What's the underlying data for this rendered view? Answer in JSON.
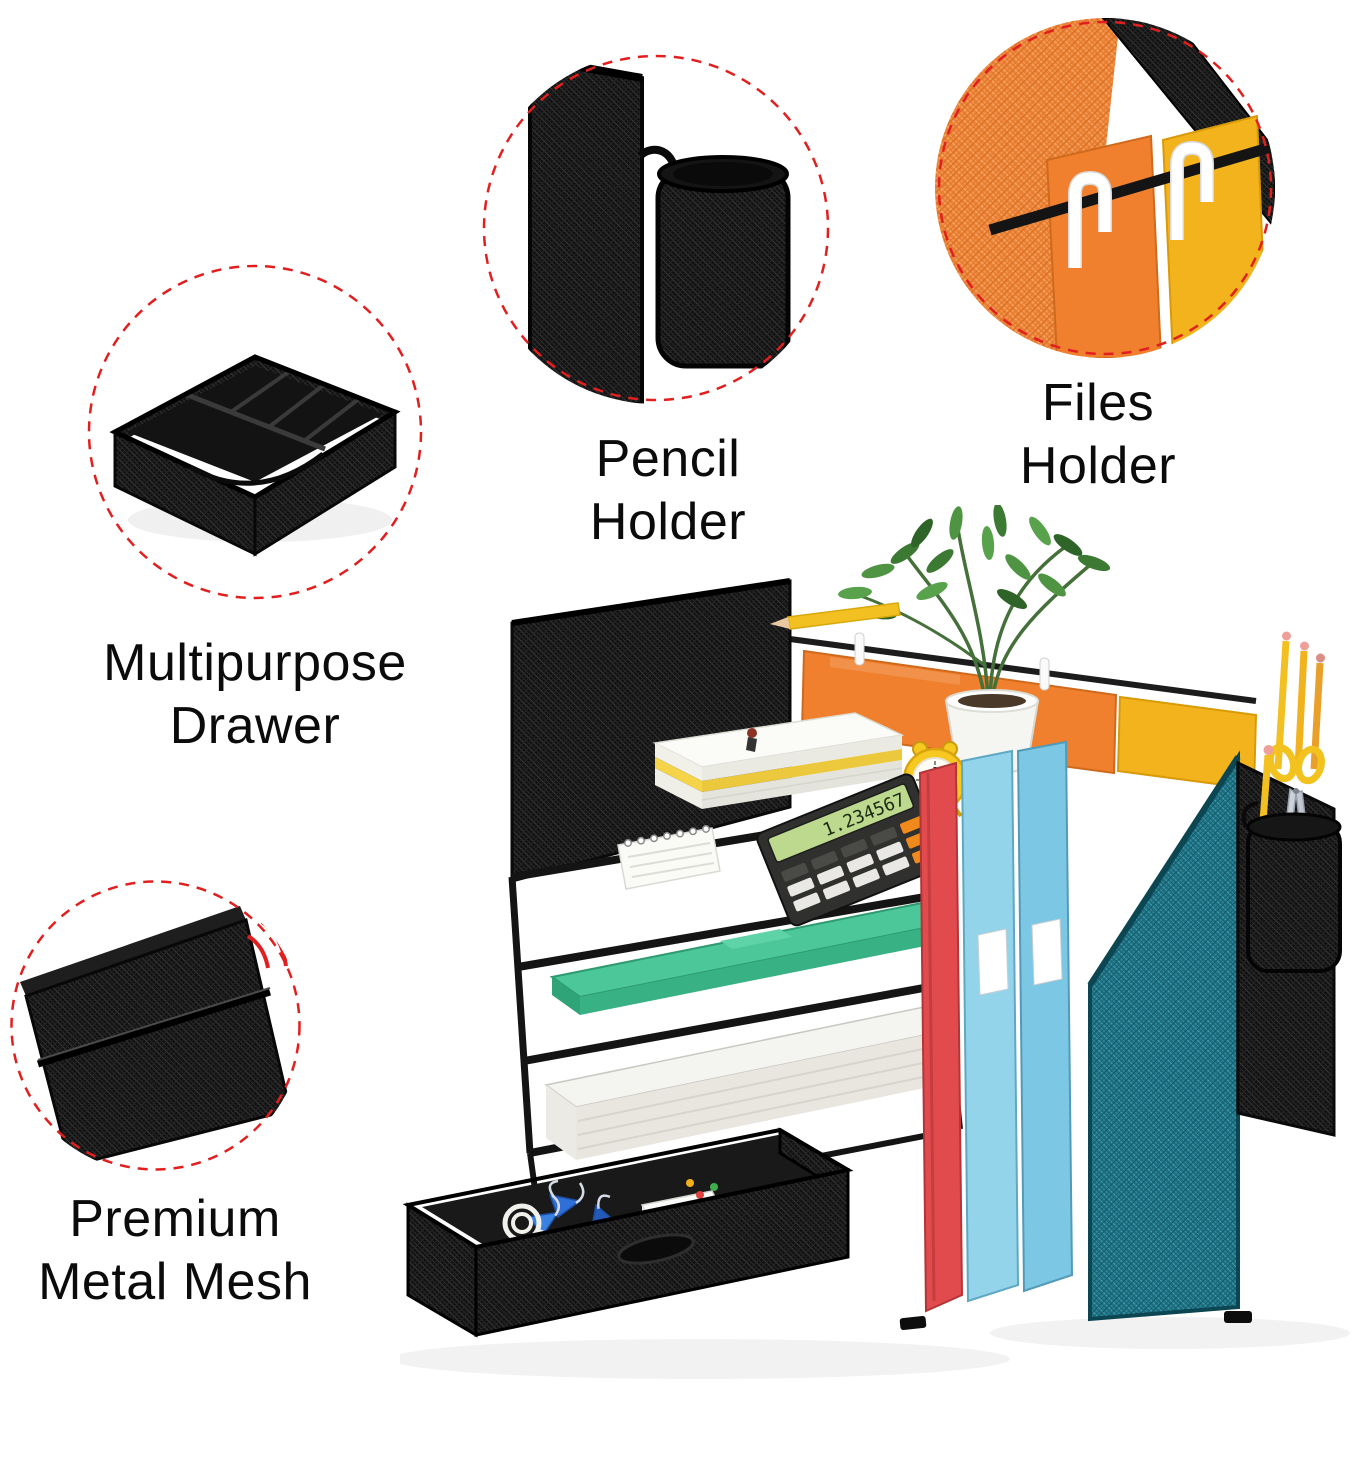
{
  "callouts": [
    {
      "line1": "Multipurpose",
      "line2": "Drawer"
    },
    {
      "line1": "Pencil",
      "line2": "Holder"
    },
    {
      "line1": "Files",
      "line2": "Holder"
    },
    {
      "line1": "Premium",
      "line2": "Metal Mesh"
    }
  ],
  "main_product": {
    "calculator_display": "1.234567"
  },
  "colors": {
    "callout_ring_red": "#e21f1f",
    "mesh_black": "#121212",
    "hanging_folder_orange": "#f07f2e",
    "hanging_folder_yellow": "#f2b31c",
    "document_folder_green": "#43c392",
    "binder_red": "#e14b4e",
    "binder_light_blue": "#8fd0e8",
    "magazine_holder_teal": "#1e7183",
    "alarm_clock_yellow": "#f7c81f",
    "pencil_yellow": "#f3c021",
    "plant_green": "#3c7a33"
  }
}
